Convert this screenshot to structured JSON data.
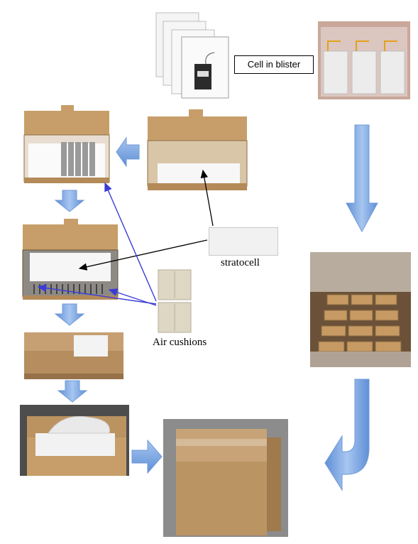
{
  "labels": {
    "cell_in_blister": "Cell in blister",
    "stratocell": "stratocell",
    "air_cushions": "Air cushions"
  },
  "colors": {
    "flow_arrow": "#7aa6e0",
    "pointer_line_blue": "#3b3bd6",
    "pointer_line_black": "#000000",
    "cardboard": "#b08a5e"
  }
}
